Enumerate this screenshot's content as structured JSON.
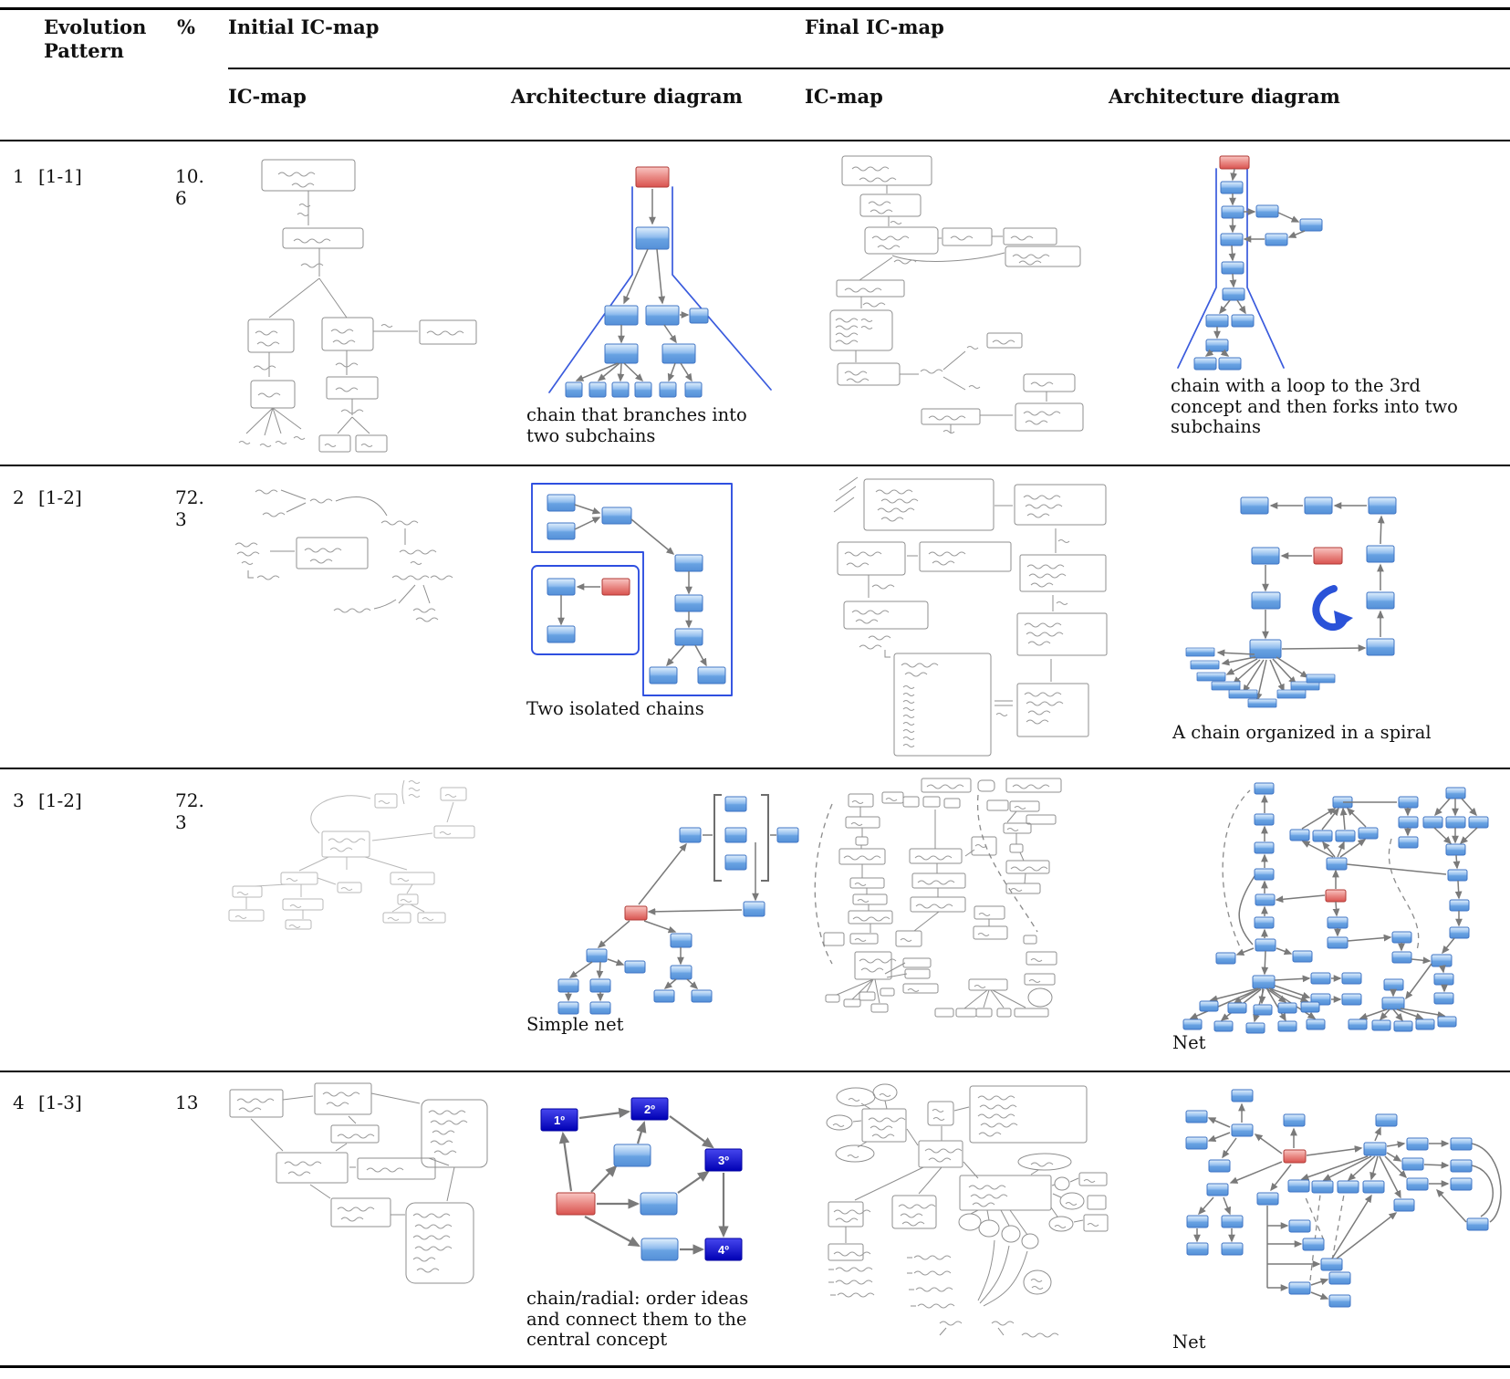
{
  "header": {
    "col_evolution": "Evolution Pattern",
    "col_pct": "%",
    "group_initial": "Initial IC-map",
    "group_final": "Final IC-map",
    "sub_icmap_initial": "IC-map",
    "sub_arch_initial": "Architecture diagram",
    "sub_icmap_final": "IC-map",
    "sub_arch_final": "Architecture diagram"
  },
  "rows": [
    {
      "num": "1",
      "pattern": "[1-1]",
      "pct": "10.\n6",
      "initial_arch_caption": "chain that branches into two subchains",
      "final_arch_caption": "chain with a loop to the 3rd concept and then forks into two subchains"
    },
    {
      "num": "2",
      "pattern": "[1-2]",
      "pct": "72.\n3",
      "initial_arch_caption": "Two isolated chains",
      "final_arch_caption": "A chain organized in a spiral"
    },
    {
      "num": "3",
      "pattern": "[1-2]",
      "pct": "72.\n3",
      "initial_arch_caption": "Simple net",
      "final_arch_caption": "Net"
    },
    {
      "num": "4",
      "pattern": "[1-3]",
      "pct": "13",
      "initial_arch_caption": "chain/radial: order ideas and connect them to the central concept",
      "final_arch_caption": "Net"
    }
  ],
  "diagram_labels": {
    "seq1": "1º",
    "seq2": "2º",
    "seq3": "3º",
    "seq4": "4º"
  },
  "colors": {
    "node_blue": "#5b9bd5",
    "node_red": "#d9534f",
    "node_dark_blue": "#0b0bd0",
    "arrow_gray": "#7a7a7a",
    "outline_blue": "#2e4fe0",
    "rule_black": "#000000"
  }
}
